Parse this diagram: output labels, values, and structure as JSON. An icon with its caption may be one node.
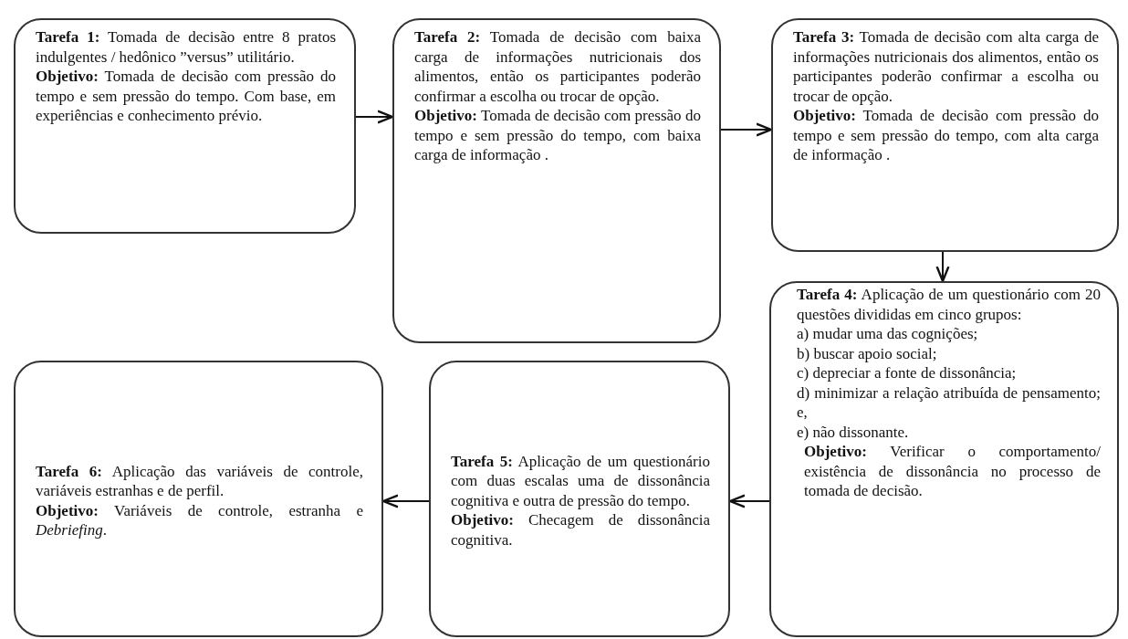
{
  "diagram": {
    "nodes": [
      {
        "text": [
          "**Tarefa 1:** Tomada de decisão entre 8 pratos indulgentes / hedônico ”versus” utilitário.",
          "**Objetivo:** Tomada de decisão com pressão do tempo e sem pressão do tempo. Com base, em experiências e conhecimento prévio."
        ]
      },
      {
        "text": [
          "**Tarefa 2:** Tomada de decisão com baixa carga de informações nutricionais dos alimentos, então os participantes poderão confirmar a escolha ou trocar de opção.",
          "**Objetivo:** Tomada de decisão com pressão do tempo e sem pressão do tempo, com baixa carga de informação ."
        ]
      },
      {
        "text": [
          "**Tarefa 3:** Tomada de decisão com alta carga de informações nutricionais dos alimentos, então os participantes poderão confirmar a escolha ou trocar de opção.",
          "**Objetivo:** Tomada de decisão com pressão do tempo e sem pressão do tempo, com alta carga de informação ."
        ]
      },
      {
        "text": [
          "**Tarefa 4:** Aplicação de um questionário com 20 questões divididas em cinco grupos:",
          "a) mudar uma das cognições;",
          "b) buscar apoio social;",
          "c) depreciar a fonte de dissonância;",
          "d) minimizar a relação atribuída de pensamento; e,",
          "e) não dissonante.",
          "**Objetivo:** Verificar o comportamento/ existência de dissonância no processo de tomada de decisão."
        ]
      },
      {
        "text": [
          "**Tarefa 5:** Aplicação de um questionário com duas escalas uma de dissonância cognitiva e outra de pressão do tempo.",
          "**Objetivo:** Checagem de dissonância cognitiva."
        ]
      },
      {
        "text": [
          "**Tarefa 6:** Aplicação das variáveis de controle, variáveis estranhas e de perfil.",
          "**Objetivo:** Variáveis de controle, estranha e *Debriefing*."
        ]
      }
    ],
    "edges": [
      {
        "from": 0,
        "to": 1,
        "arrow": "to"
      },
      {
        "from": 1,
        "to": 2,
        "arrow": "to"
      },
      {
        "from": 2,
        "to": 3,
        "arrow": "to"
      },
      {
        "from": 3,
        "to": 4,
        "arrow": "to"
      },
      {
        "from": 4,
        "to": 5,
        "arrow": "to"
      }
    ]
  }
}
